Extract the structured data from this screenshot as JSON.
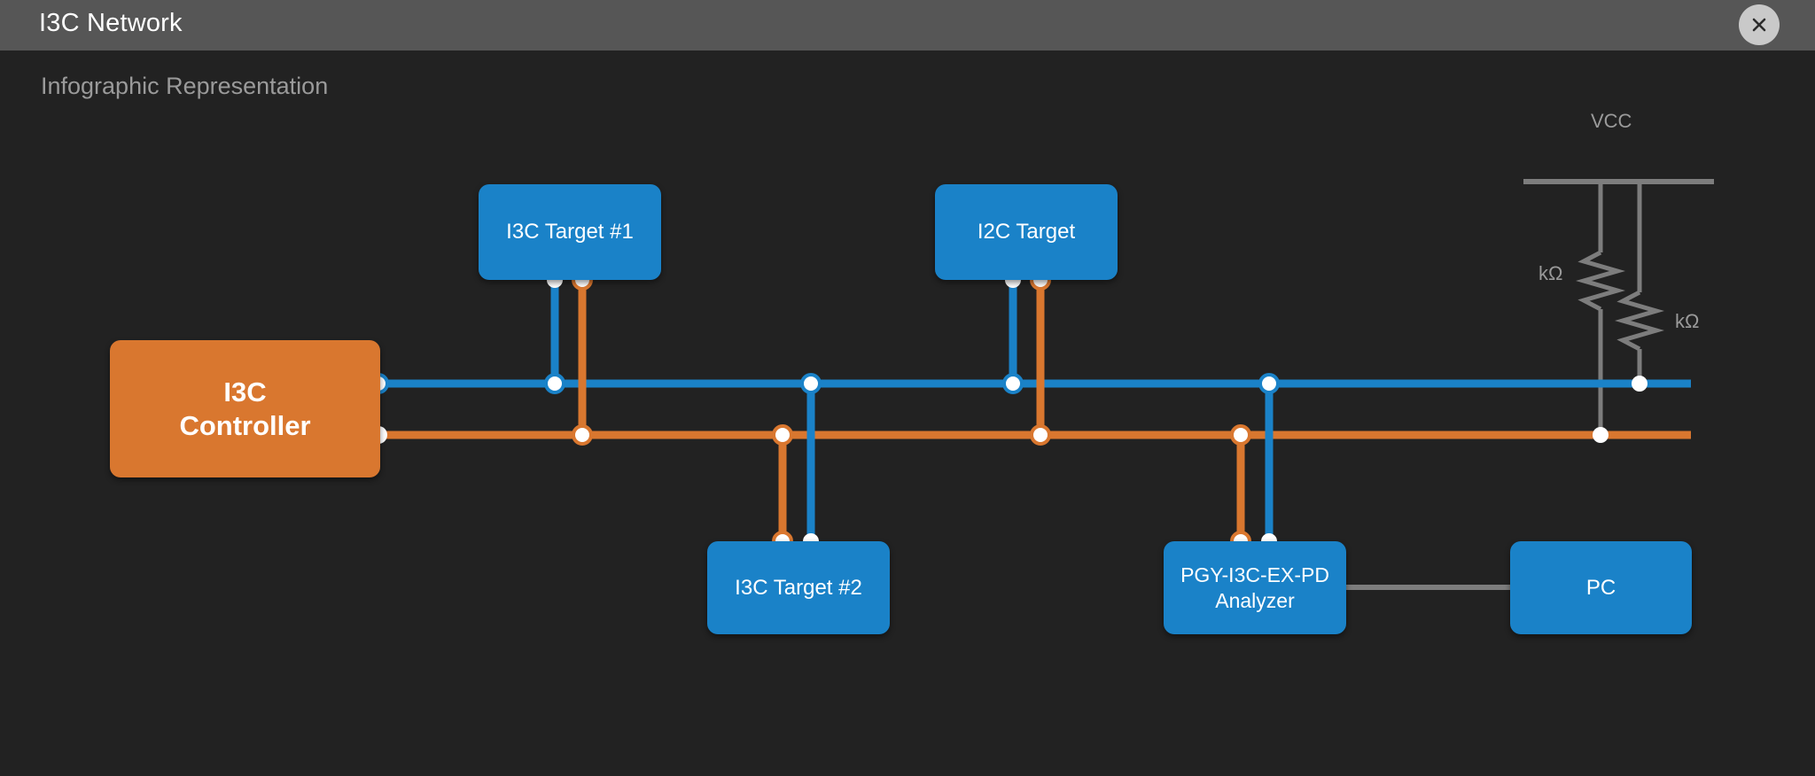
{
  "window": {
    "title": "I3C Network",
    "close_icon": "close-icon",
    "subtitle": "Infographic Representation"
  },
  "colors": {
    "background": "#222222",
    "titlebar": "#565656",
    "blue": "#1a82c8",
    "orange": "#d9772f",
    "wire_gray": "#7d7d7d",
    "dot_fill": "#ffffff",
    "title_text": "#ffffff",
    "subtitle_text": "#9a9a9a",
    "label_text": "#9a9a9a"
  },
  "diagram": {
    "nodes": {
      "controller": {
        "label": "I3C\nController",
        "type": "controller",
        "color": "orange"
      },
      "target1": {
        "label": "I3C Target #1",
        "type": "target",
        "color": "blue"
      },
      "target2": {
        "label": "I3C Target #2",
        "type": "target",
        "color": "blue"
      },
      "i2c_target": {
        "label": "I2C Target",
        "type": "target",
        "color": "blue"
      },
      "analyzer": {
        "label": "PGY-I3C-EX-PD\nAnalyzer",
        "type": "analyzer",
        "color": "blue"
      },
      "pc": {
        "label": "PC",
        "type": "host",
        "color": "blue"
      }
    },
    "labels": {
      "vcc": "VCC",
      "pullup_left": "kΩ",
      "pullup_right": "kΩ"
    },
    "buses": [
      {
        "name": "scl-bus",
        "color": "#1a82c8"
      },
      {
        "name": "sda-bus",
        "color": "#d9772f"
      }
    ]
  }
}
